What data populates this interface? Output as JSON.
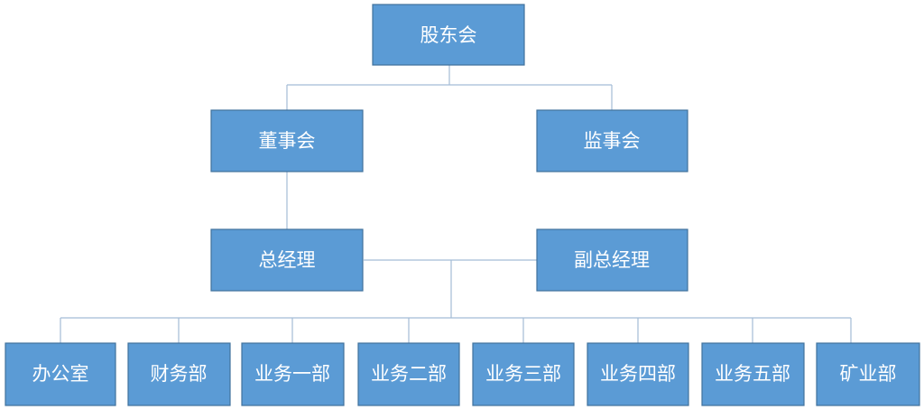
{
  "colors": {
    "box_fill": "#5b9bd5",
    "box_border": "#41719c",
    "connector": "#a3bcd6",
    "text": "#ffffff"
  },
  "nodes": {
    "shareholders": "股东会",
    "board_of_directors": "董事会",
    "board_of_supervisors": "监事会",
    "general_manager": "总经理",
    "deputy_general_manager": "副总经理",
    "departments": [
      "办公室",
      "财务部",
      "业务一部",
      "业务二部",
      "业务三部",
      "业务四部",
      "业务五部",
      "矿业部"
    ]
  }
}
